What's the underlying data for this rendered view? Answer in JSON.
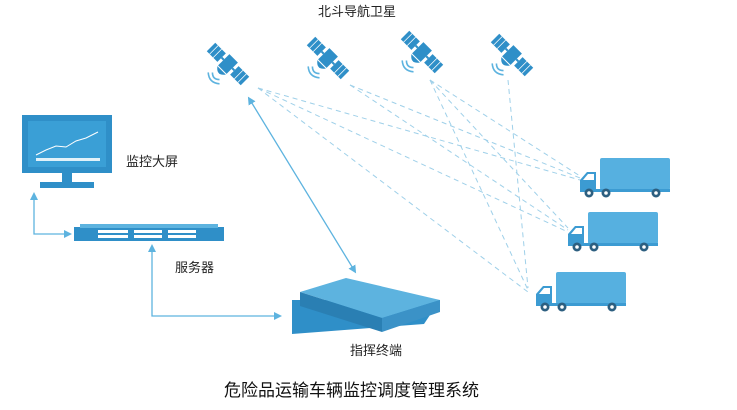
{
  "satellite_label": "北斗导航卫星",
  "monitor_label": "监控大屏",
  "server_label": "服务器",
  "terminal_label": "指挥终端",
  "caption": "危险品运输车辆监控调度管理系统",
  "colors": {
    "primary_blue": "#2f8fc8",
    "light_blue": "#5db3df",
    "dashed_link": "#9fd0e9",
    "truck_cab": "#3c9bd2",
    "truck_box": "#56b0e0"
  },
  "satellites": [
    {
      "icon": "satellite-icon"
    },
    {
      "icon": "satellite-icon"
    },
    {
      "icon": "satellite-icon"
    },
    {
      "icon": "satellite-icon"
    }
  ],
  "trucks": [
    {
      "icon": "truck-icon"
    },
    {
      "icon": "truck-icon"
    },
    {
      "icon": "truck-icon"
    }
  ]
}
